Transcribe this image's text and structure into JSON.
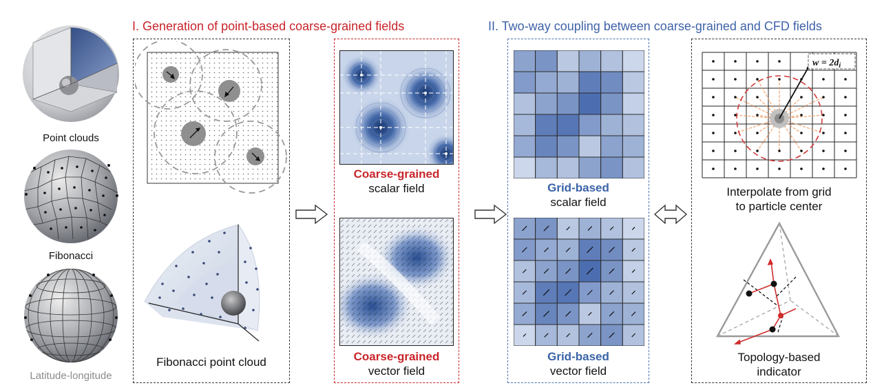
{
  "left_column": {
    "labels": [
      "Point clouds",
      "Fibonacci",
      "Latitude-longitude"
    ]
  },
  "section1": {
    "heading": "I. Generation of point-based coarse-grained fields",
    "panel_caption": "Fibonacci point cloud",
    "scalar_caption": {
      "strong": "Coarse-grained",
      "sub": "scalar field"
    },
    "vector_caption": {
      "strong": "Coarse-grained",
      "sub": "vector field"
    }
  },
  "section2": {
    "heading": "II. Two-way coupling between coarse-grained and CFD fields",
    "scalar_caption": {
      "strong": "Grid-based",
      "sub": "scalar field"
    },
    "vector_caption": {
      "strong": "Grid-based",
      "sub": "vector field"
    },
    "interp_caption": [
      "Interpolate from grid",
      "to particle center"
    ],
    "interp_formula": "w = 2d",
    "interp_formula_sub": "i",
    "topo_caption": [
      "Topology-based",
      "indicator"
    ]
  },
  "grid_values": [
    [
      0.45,
      0.55,
      0.2,
      0.35,
      0.25,
      0.1
    ],
    [
      0.5,
      0.4,
      0.35,
      0.7,
      0.6,
      0.2
    ],
    [
      0.25,
      0.45,
      0.55,
      0.8,
      0.55,
      0.15
    ],
    [
      0.3,
      0.7,
      0.75,
      0.5,
      0.35,
      0.25
    ],
    [
      0.4,
      0.65,
      0.55,
      0.2,
      0.45,
      0.35
    ],
    [
      0.1,
      0.3,
      0.25,
      0.45,
      0.55,
      0.25
    ]
  ],
  "colors": {
    "red": "#c8242b",
    "blue": "#3f62a9",
    "grey": "#888888"
  }
}
